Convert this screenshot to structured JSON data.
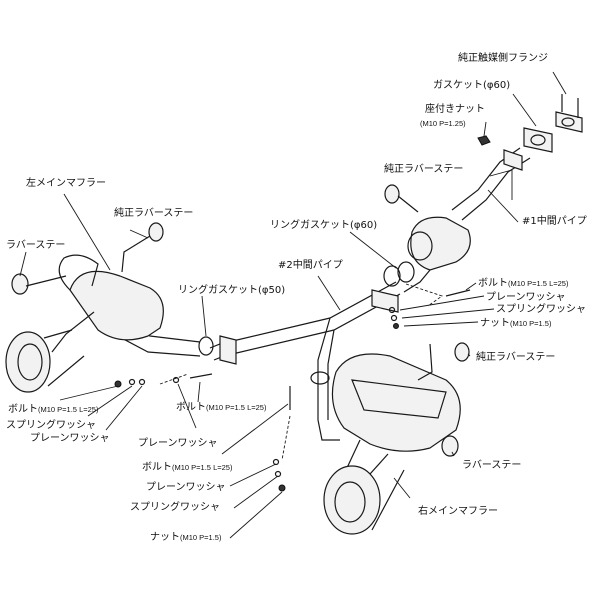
{
  "labels": {
    "oem_cat_flange": "純正触媒側フランジ",
    "gasket_phi60": "ガスケット(φ60)",
    "seat_nut": "座付きナット",
    "seat_nut_spec": "(M10 P=1.25)",
    "oem_rubber_stay_upper": "純正ラバーステー",
    "pipe1": "#1中間パイプ",
    "ring_gasket_phi60": "リングガスケット(φ60)",
    "pipe2": "#2中間パイプ",
    "left_main_muffler": "左メインマフラー",
    "oem_rubber_stay_left": "純正ラバーステー",
    "rubber_stay_left": "ラバーステー",
    "ring_gasket_phi50": "リングガスケット(φ50)",
    "bolt_right": "ボルト",
    "bolt_right_spec": "(M10 P=1.5 L=25)",
    "plain_washer_right": "プレーンワッシャ",
    "spring_washer_right": "スプリングワッシャ",
    "nut_right": "ナット",
    "nut_right_spec": "(M10 P=1.5)",
    "oem_rubber_stay_right": "純正ラバーステー",
    "bolt_left": "ボルト",
    "bolt_left_spec": "(M10 P=1.5 L=25)",
    "spring_washer_left": "スプリングワッシャ",
    "plain_washer_left": "プレーンワッシャ",
    "bolt_center": "ボルト",
    "bolt_center_spec": "(M10 P=1.5 L=25)",
    "plain_washer_center": "プレーンワッシャ",
    "bolt_lower": "ボルト",
    "bolt_lower_spec": "(M10 P=1.5 L=25)",
    "plain_washer_lower": "プレーンワッシャ",
    "spring_washer_lower": "スプリングワッシャ",
    "nut_lower": "ナット",
    "nut_lower_spec": "(M10 P=1.5)",
    "rubber_stay_right": "ラバーステー",
    "right_main_muffler": "右メインマフラー"
  }
}
